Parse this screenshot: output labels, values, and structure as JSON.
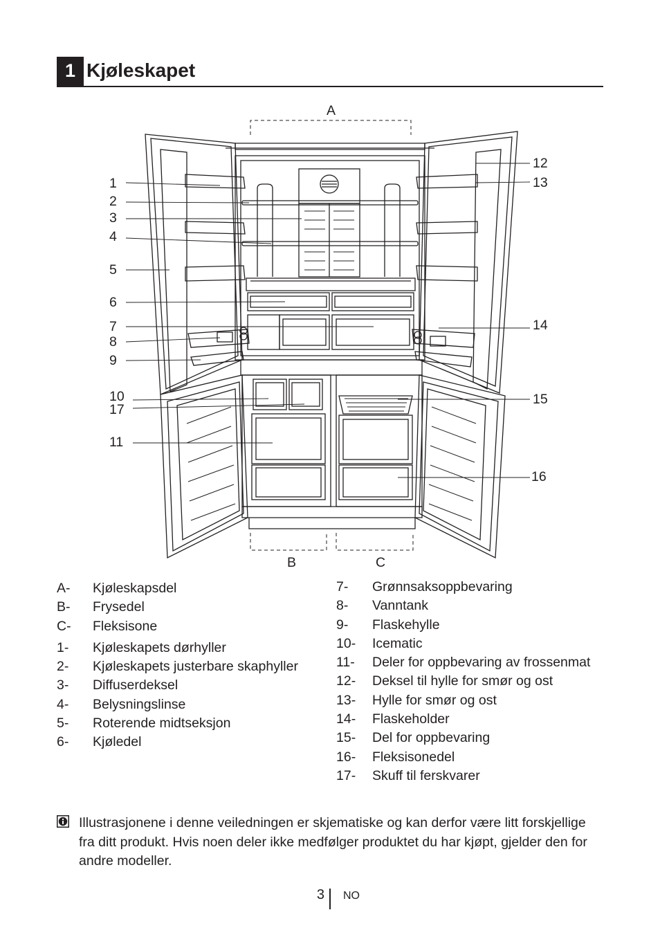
{
  "section": {
    "number": "1",
    "title": "Kjøleskapet"
  },
  "diagram_labels": {
    "A": "A",
    "B": "B",
    "C": "C",
    "n1": "1",
    "n2": "2",
    "n3": "3",
    "n4": "4",
    "n5": "5",
    "n6": "6",
    "n7": "7",
    "n8": "8",
    "n9": "9",
    "n10": "10",
    "n11": "11",
    "n12": "12",
    "n13": "13",
    "n14": "14",
    "n15": "15",
    "n16": "16",
    "n17": "17"
  },
  "legend_left": [
    {
      "key": "A-",
      "text": "Kjøleskapsdel"
    },
    {
      "key": "B-",
      "text": "Frysedel"
    },
    {
      "key": "C-",
      "text": "Fleksisone"
    },
    {
      "key": "1-",
      "text": "Kjøleskapets dørhyller"
    },
    {
      "key": "2-",
      "text": "Kjøleskapets justerbare skaphyller"
    },
    {
      "key": "3-",
      "text": "Diffuserdeksel"
    },
    {
      "key": "4-",
      "text": "Belysningslinse"
    },
    {
      "key": "5-",
      "text": "Roterende midtseksjon"
    },
    {
      "key": "6-",
      "text": "Kjøledel"
    }
  ],
  "legend_right": [
    {
      "key": "7-",
      "text": "Grønnsaksoppbevaring"
    },
    {
      "key": "8-",
      "text": "Vanntank"
    },
    {
      "key": "9-",
      "text": "Flaskehylle"
    },
    {
      "key": "10-",
      "text": "Icematic"
    },
    {
      "key": "11-",
      "text": "Deler for oppbevaring av frossenmat"
    },
    {
      "key": "12-",
      "text": "Deksel til hylle for smør og ost"
    },
    {
      "key": "13-",
      "text": "Hylle for smør og ost"
    },
    {
      "key": "14-",
      "text": "Flaskeholder"
    },
    {
      "key": "15-",
      "text": "Del for oppbevaring"
    },
    {
      "key": "16-",
      "text": "Fleksisonedel"
    },
    {
      "key": "17-",
      "text": "Skuff til ferskvarer"
    }
  ],
  "note": {
    "icon": "info-icon",
    "text": "Illustrasjonene i denne veiledningen er skjematiske og kan derfor være litt forskjellige fra ditt produkt. Hvis noen deler ikke medfølger produktet du har kjøpt, gjelder den for andre modeller."
  },
  "footer": {
    "page": "3",
    "lang": "NO"
  }
}
